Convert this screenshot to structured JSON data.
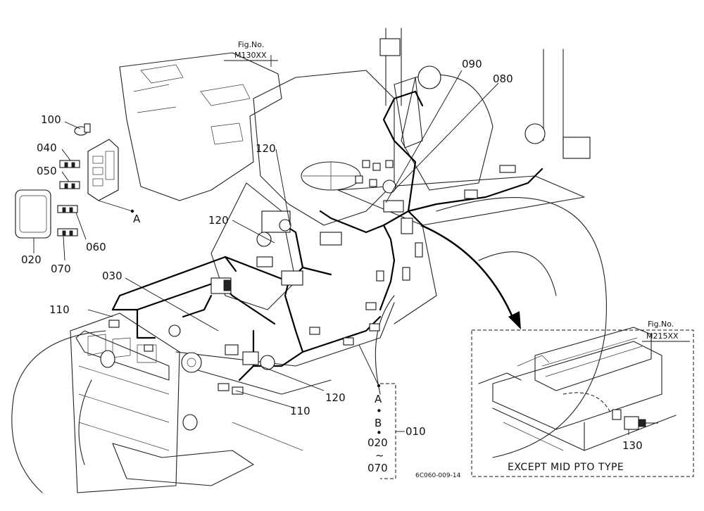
{
  "figure_refs": [
    {
      "prefix": "Fig.No.",
      "number": "M130XX"
    },
    {
      "prefix": "Fig.No.",
      "number": "M215XX"
    }
  ],
  "callouts": {
    "c100": "100",
    "c040": "040",
    "c050": "050",
    "c060": "060",
    "c020": "020",
    "c070": "070",
    "cA_left": "A",
    "c120_top": "120",
    "c120_mid": "120",
    "c120_bottom": "120",
    "c030": "030",
    "c110_left": "110",
    "c110_bottom": "110",
    "c090": "090",
    "c080": "080",
    "c130": "130",
    "c010": "010"
  },
  "assembly_range": {
    "top": "A",
    "dot1": "•",
    "mid": "B",
    "dot2": "•",
    "from": "020",
    "tilde": "~",
    "to": "070"
  },
  "inset_caption": "EXCEPT MID PTO TYPE",
  "drawing_code": "6C060-009-14"
}
